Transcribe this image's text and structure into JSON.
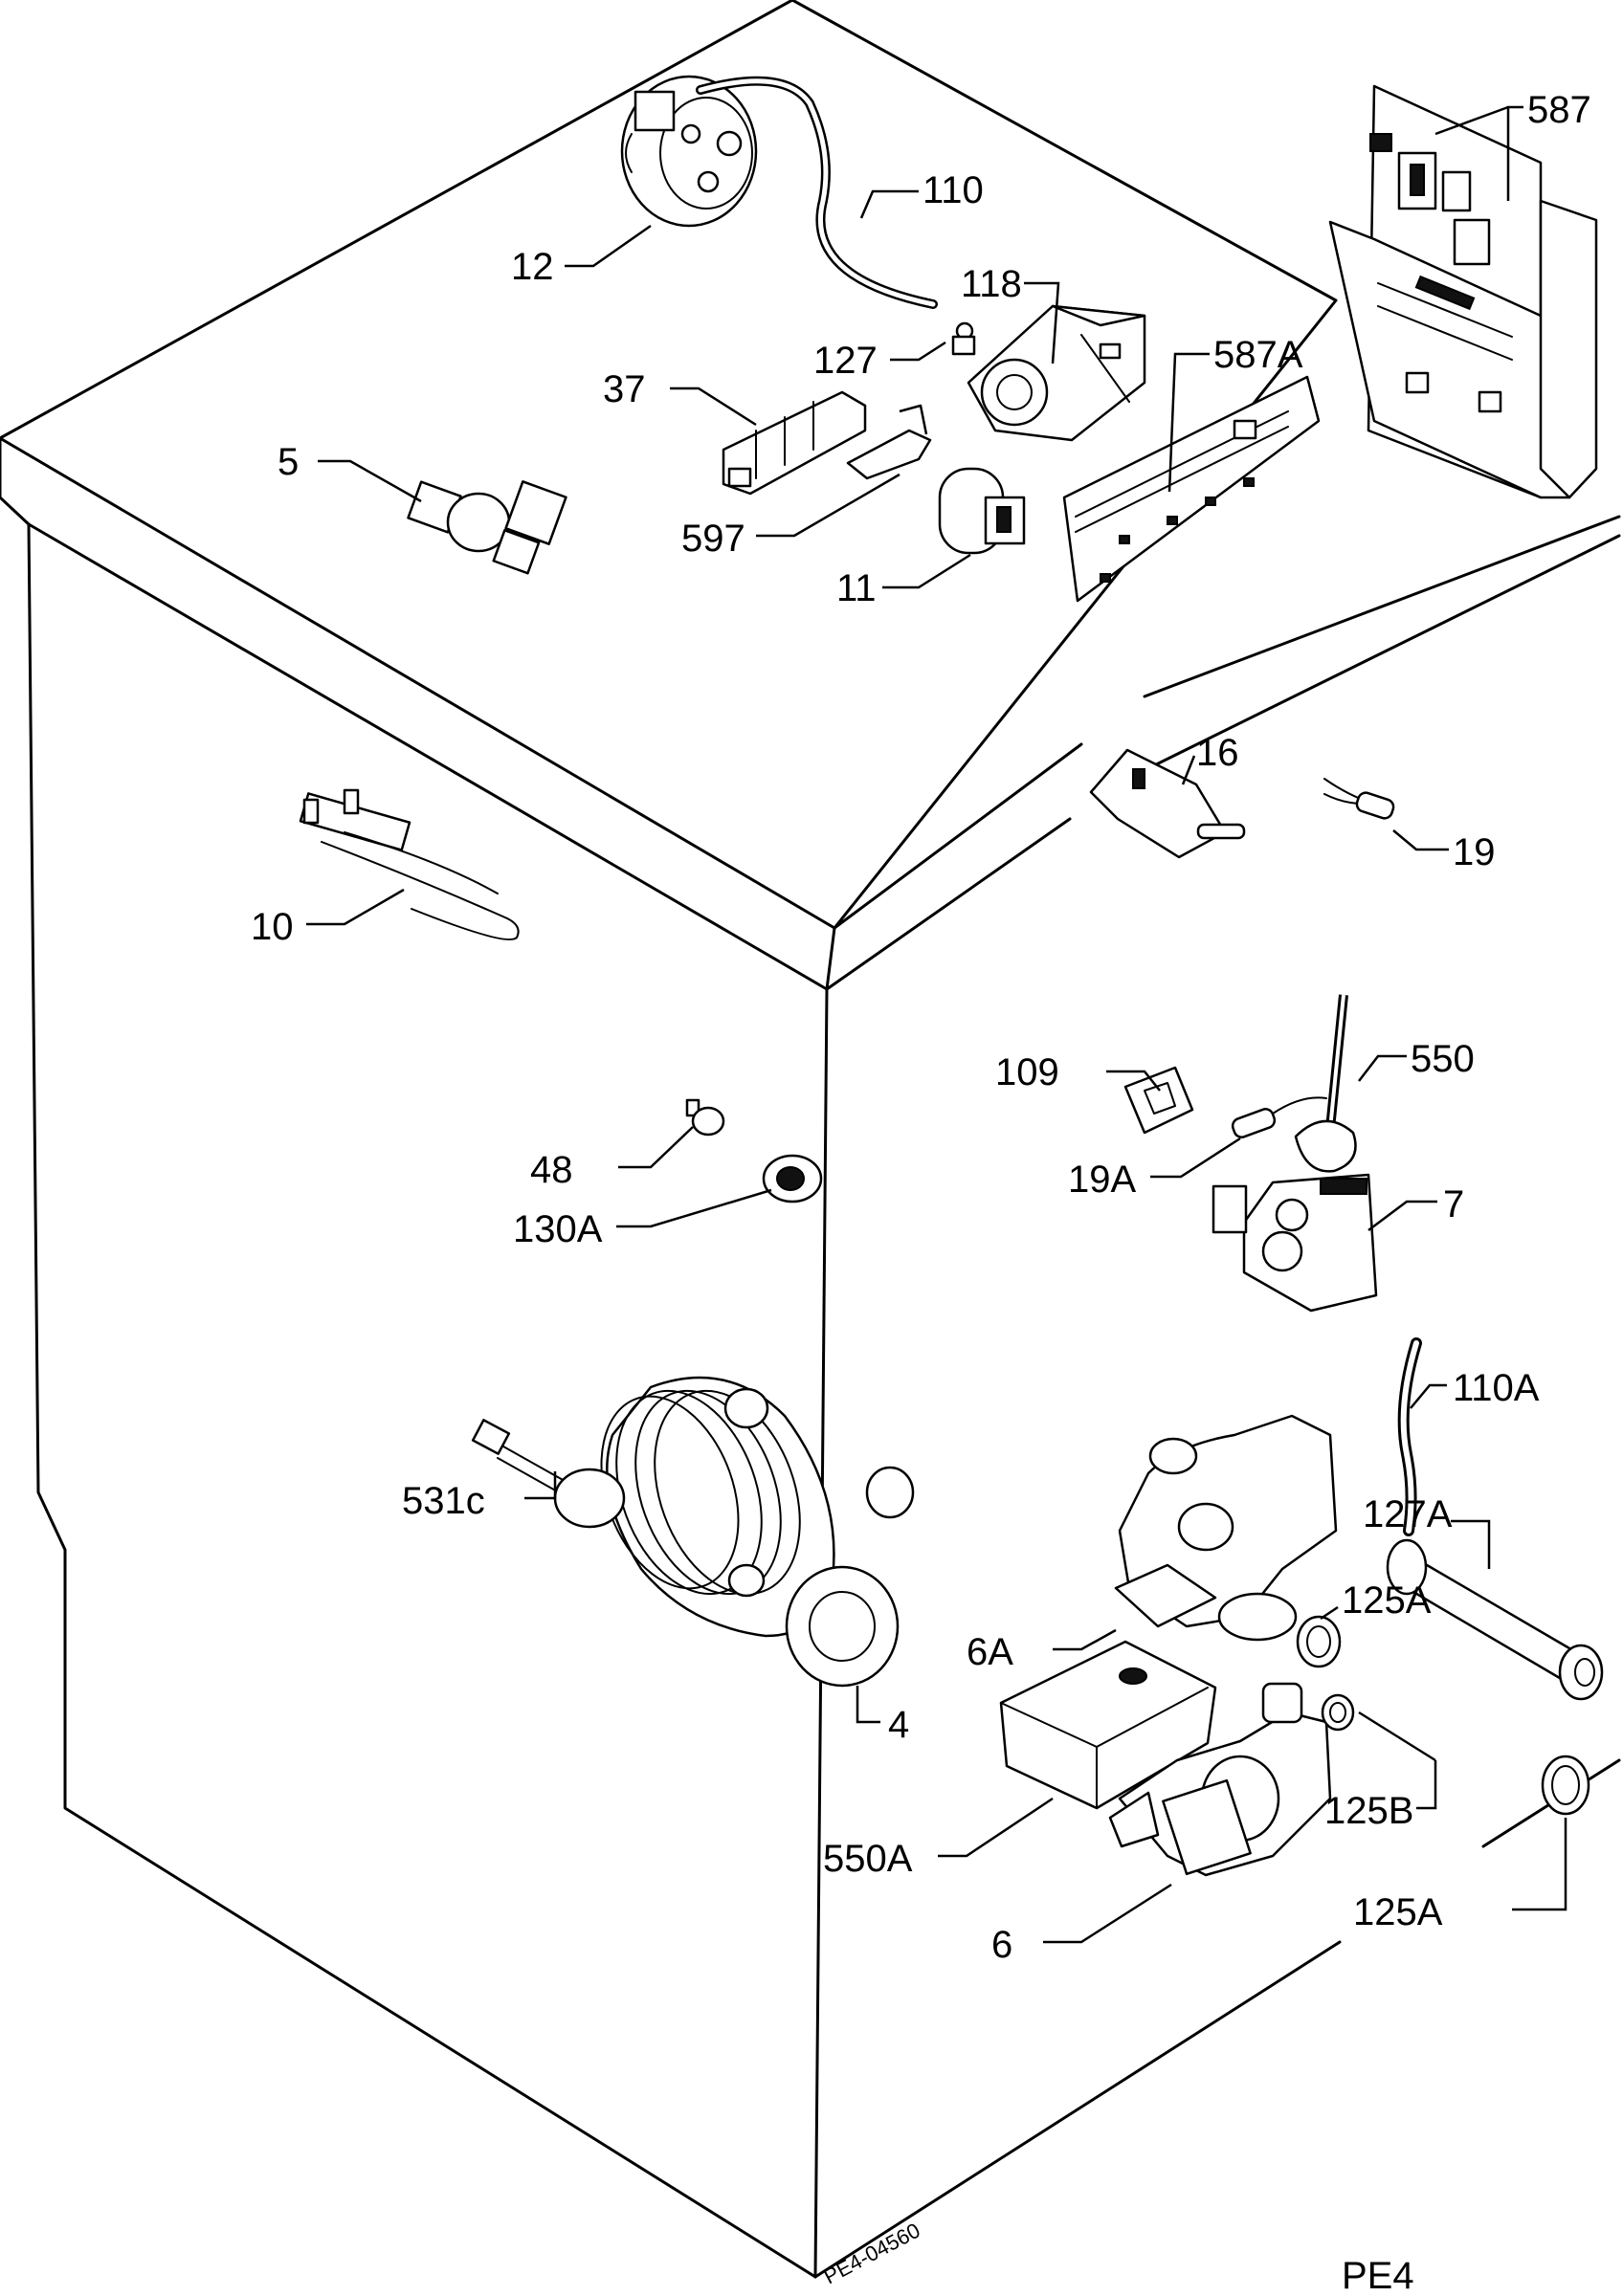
{
  "callouts": [
    {
      "id": "587",
      "text": "587"
    },
    {
      "id": "110",
      "text": "110"
    },
    {
      "id": "12",
      "text": "12"
    },
    {
      "id": "118",
      "text": "118"
    },
    {
      "id": "127",
      "text": "127"
    },
    {
      "id": "587A",
      "text": "587A"
    },
    {
      "id": "37",
      "text": "37"
    },
    {
      "id": "5",
      "text": "5"
    },
    {
      "id": "597",
      "text": "597"
    },
    {
      "id": "11",
      "text": "11"
    },
    {
      "id": "16",
      "text": "16"
    },
    {
      "id": "19",
      "text": "19"
    },
    {
      "id": "10",
      "text": "10"
    },
    {
      "id": "109",
      "text": "109"
    },
    {
      "id": "550",
      "text": "550"
    },
    {
      "id": "19A",
      "text": "19A"
    },
    {
      "id": "48",
      "text": "48"
    },
    {
      "id": "130A",
      "text": "130A"
    },
    {
      "id": "7",
      "text": "7"
    },
    {
      "id": "110A",
      "text": "110A"
    },
    {
      "id": "531C",
      "text": "531c"
    },
    {
      "id": "127A",
      "text": "127A"
    },
    {
      "id": "125A_top",
      "text": "125A"
    },
    {
      "id": "6A",
      "text": "6A"
    },
    {
      "id": "4",
      "text": "4"
    },
    {
      "id": "125B",
      "text": "125B"
    },
    {
      "id": "550A",
      "text": "550A"
    },
    {
      "id": "125A_bottom",
      "text": "125A"
    },
    {
      "id": "6",
      "text": "6"
    }
  ],
  "drawing_code": "PE4-04560",
  "sheet_code": "PE4"
}
